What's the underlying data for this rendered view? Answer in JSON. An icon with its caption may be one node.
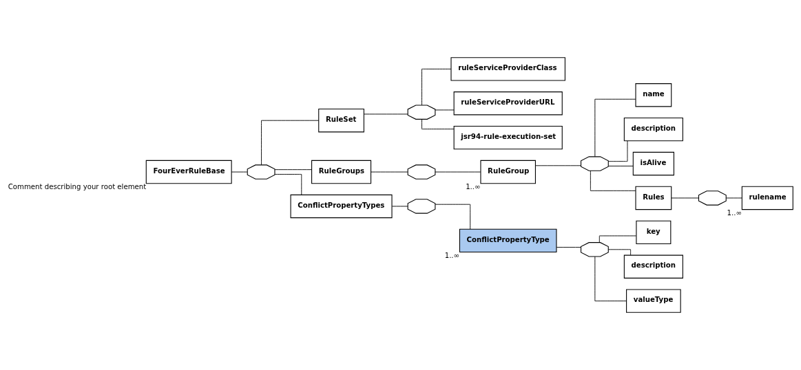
{
  "diagram": {
    "nodes": [
      {
        "text": [
          "FourEverRuleBase"
        ],
        "beside": [
          "Comment describing your root element"
        ]
      },
      {
        "text": [],
        "shape": "octagon"
      },
      {
        "text": [
          "RuleSet"
        ]
      },
      {
        "text": [],
        "shape": "octagon"
      },
      {
        "text": [
          "ruleServiceProviderClass"
        ]
      },
      {
        "text": [
          "ruleServiceProviderURL"
        ]
      },
      {
        "text": [
          "jsr94-rule-execution-set"
        ]
      },
      {
        "text": [
          "RuleGroups"
        ]
      },
      {
        "text": [],
        "shape": "octagon"
      },
      {
        "text": [
          "RuleGroup"
        ],
        "beside": [
          "1..∞"
        ]
      },
      {
        "text": [],
        "shape": "octagon"
      },
      {
        "text": [
          "name"
        ]
      },
      {
        "text": [
          "description"
        ]
      },
      {
        "text": [
          "isAlive"
        ]
      },
      {
        "text": [
          "Rules"
        ]
      },
      {
        "text": [],
        "shape": "octagon"
      },
      {
        "text": [
          "rulename"
        ],
        "beside": [
          "1..∞"
        ]
      },
      {
        "text": [
          "ConflictPropertyTypes"
        ]
      },
      {
        "text": [],
        "shape": "octagon"
      },
      {
        "text": [
          "ConflictPropertyType"
        ],
        "beside": [
          "1..∞"
        ]
      },
      {
        "text": [],
        "shape": "octagon"
      },
      {
        "text": [
          "key"
        ]
      },
      {
        "text": [
          "description"
        ]
      },
      {
        "text": [
          "valueType"
        ]
      }
    ],
    "edges": [
      {
        "from": 0,
        "to": 1,
        "arrow": "none"
      },
      {
        "from": 1,
        "to": 2,
        "arrow": "none"
      },
      {
        "from": 1,
        "to": 7,
        "arrow": "none"
      },
      {
        "from": 1,
        "to": 17,
        "arrow": "none"
      },
      {
        "from": 2,
        "to": 3,
        "arrow": "none"
      },
      {
        "from": 3,
        "to": 4,
        "arrow": "none"
      },
      {
        "from": 3,
        "to": 5,
        "arrow": "none"
      },
      {
        "from": 3,
        "to": 6,
        "arrow": "none"
      },
      {
        "from": 7,
        "to": 8,
        "arrow": "none"
      },
      {
        "from": 8,
        "to": 9,
        "arrow": "none"
      },
      {
        "from": 9,
        "to": 10,
        "arrow": "none"
      },
      {
        "from": 10,
        "to": 11,
        "arrow": "none"
      },
      {
        "from": 10,
        "to": 12,
        "arrow": "none"
      },
      {
        "from": 10,
        "to": 13,
        "arrow": "none"
      },
      {
        "from": 10,
        "to": 14,
        "arrow": "none"
      },
      {
        "from": 14,
        "to": 15,
        "arrow": "none"
      },
      {
        "from": 15,
        "to": 16,
        "arrow": "none"
      },
      {
        "from": 17,
        "to": 18,
        "arrow": "none"
      },
      {
        "from": 18,
        "to": 19,
        "arrow": "none"
      },
      {
        "from": 19,
        "to": 20,
        "arrow": "none"
      },
      {
        "from": 20,
        "to": 21,
        "arrow": "none"
      },
      {
        "from": 20,
        "to": 22,
        "arrow": "none"
      },
      {
        "from": 20,
        "to": 23,
        "arrow": "none"
      }
    ]
  }
}
